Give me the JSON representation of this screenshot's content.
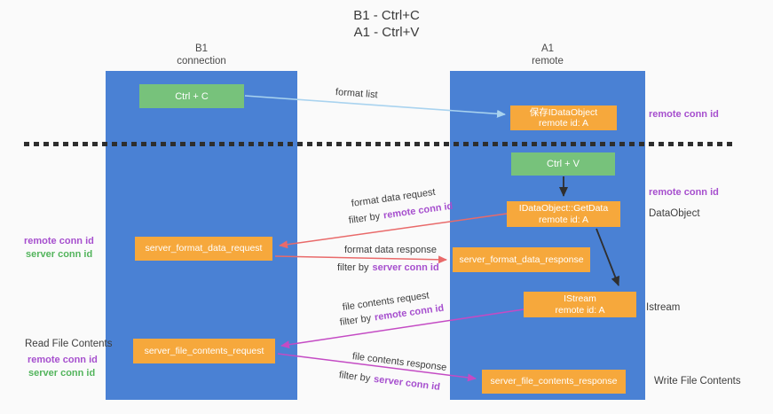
{
  "title": {
    "line1": "B1 - Ctrl+C",
    "line2": "A1 - Ctrl+V"
  },
  "lanes": {
    "left": {
      "name": "B1",
      "role": "connection"
    },
    "right": {
      "name": "A1",
      "role": "remote"
    }
  },
  "nodes": {
    "ctrl_c": {
      "label": "Ctrl + C"
    },
    "save_idataobject": {
      "line1": "保存IDataObject",
      "line2": "remote id: A"
    },
    "ctrl_v": {
      "label": "Ctrl + V"
    },
    "getdata": {
      "line1": "IDataObject::GetData",
      "line2": "remote id: A"
    },
    "istream": {
      "line1": "IStream",
      "line2": "remote id: A"
    },
    "format_request": {
      "label": "server_format_data_request"
    },
    "format_response": {
      "label": "server_format_data_response"
    },
    "file_request": {
      "label": "server_file_contents_request"
    },
    "file_response": {
      "label": "server_file_contents_response"
    }
  },
  "annotations": {
    "format_list": "format list",
    "filter_by": "filter by",
    "format_data_request": "format data request",
    "format_data_response": "format data response",
    "file_contents_request": "file contents request",
    "file_contents_response": "file contents response",
    "remote_conn_id": "remote conn id",
    "server_conn_id": "server conn id"
  },
  "side_labels": {
    "remote_conn_id_top": "remote conn id",
    "remote_conn_id_mid": "remote conn id",
    "dataobject": "DataObject",
    "istream": "Istream",
    "write_file_contents": "Write File Contents",
    "read_file_contents": "Read File Contents",
    "left_top": {
      "remote": "remote conn id",
      "server": "server conn id"
    },
    "left_bottom": {
      "remote": "remote conn id",
      "server": "server conn id"
    }
  },
  "colors": {
    "lane_blue": "#4A81D4",
    "node_green": "#77C27B",
    "node_orange": "#F6A83C",
    "purple_text": "#A64FCE",
    "green_text": "#53B45C",
    "red_arrow": "#E96A6A",
    "magenta_arrow": "#C44BC4",
    "lightblue_arrow": "#A9D3EF",
    "black_arrow": "#2F2F2F",
    "divider_dark": "#2E2E2E"
  }
}
